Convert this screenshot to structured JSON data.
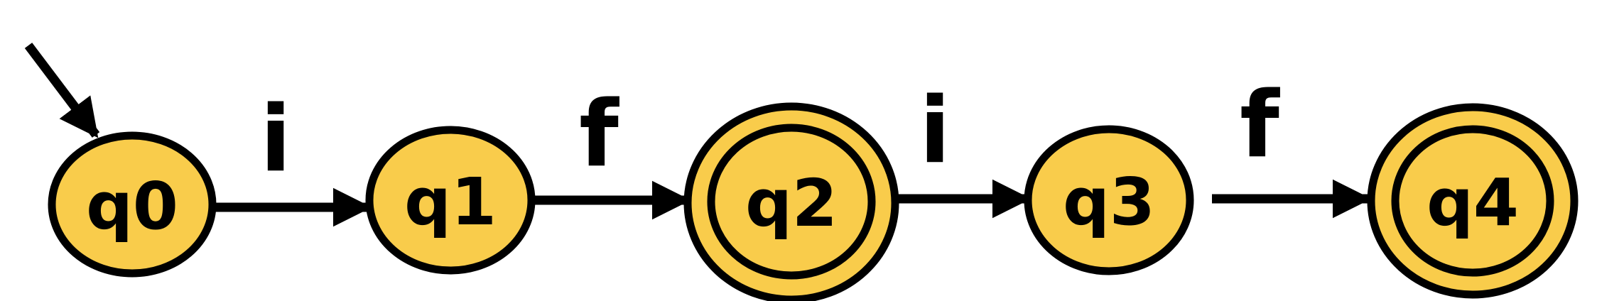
{
  "diagram": {
    "type": "finite-automaton",
    "colors": {
      "state_fill": "#F9CC4B",
      "stroke": "#000000",
      "background": "#FFFFFF"
    },
    "start_state": "q0",
    "states": [
      {
        "id": "q0",
        "label": "q0",
        "accepting": false
      },
      {
        "id": "q1",
        "label": "q1",
        "accepting": false
      },
      {
        "id": "q2",
        "label": "q2",
        "accepting": true
      },
      {
        "id": "q3",
        "label": "q3",
        "accepting": false
      },
      {
        "id": "q4",
        "label": "q4",
        "accepting": true
      }
    ],
    "transitions": [
      {
        "from": "q0",
        "to": "q1",
        "label": "i"
      },
      {
        "from": "q1",
        "to": "q2",
        "label": "f"
      },
      {
        "from": "q2",
        "to": "q3",
        "label": "i"
      },
      {
        "from": "q3",
        "to": "q4",
        "label": "f"
      }
    ]
  }
}
